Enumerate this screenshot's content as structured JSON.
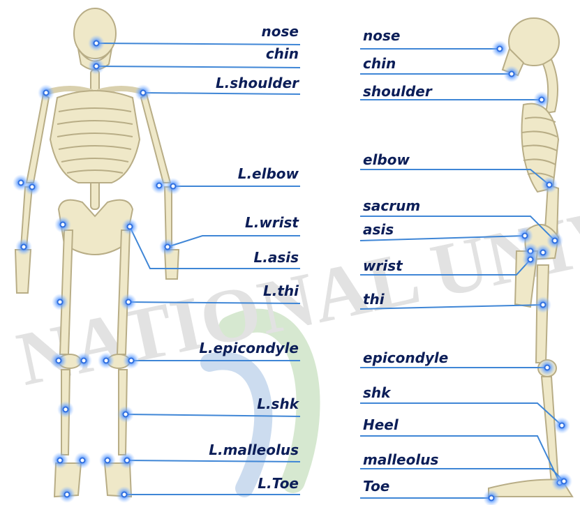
{
  "colors": {
    "bone": "#efe8c8",
    "bone_outline": "#b8ad86",
    "label_text": "#0c1e58",
    "leader_line": "#3f86d6",
    "marker_fill": "#2f6fe0",
    "marker_glow": "#7fb3ff",
    "watermark": "#9a9a9a"
  },
  "watermark": {
    "text": "NATIONAL UNIVERSITY",
    "icon": "university-emblem-icon"
  },
  "front_view": {
    "labels": [
      "nose",
      "chin",
      "L.shoulder",
      "L.elbow",
      "L.wrist",
      "L.asis",
      "L.thi",
      "L.epicondyle",
      "L.shk",
      "L.malleolus",
      "L.Toe"
    ]
  },
  "side_view": {
    "labels": [
      "nose",
      "chin",
      "shoulder",
      "elbow",
      "sacrum",
      "asis",
      "wrist",
      "thi",
      "epicondyle",
      "shk",
      "Heel",
      "malleolus",
      "Toe"
    ]
  }
}
